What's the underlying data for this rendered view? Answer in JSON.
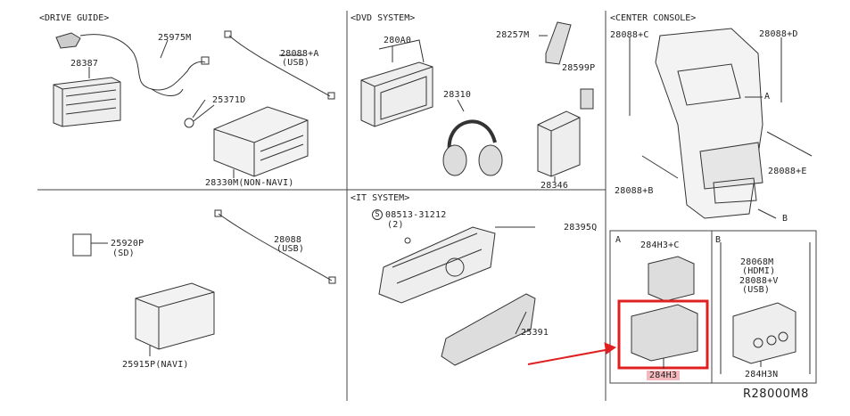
{
  "sections": {
    "drive_guide": "<DRIVE GUIDE>",
    "dvd_system": "<DVD SYSTEM>",
    "center_console": "<CENTER CONSOLE>",
    "it_system": "<IT SYSTEM>",
    "inset_a": "A",
    "inset_b": "B"
  },
  "parts": {
    "p28387": "28387",
    "p25975M": "25975M",
    "p28088A": "28088+A",
    "p28088A_sub": "(USB)",
    "p25371D": "25371D",
    "p28330M": "28330M(NON-NAVI)",
    "p280A0": "280A0",
    "p28257M": "28257M",
    "p28599P": "28599P",
    "p28310": "28310",
    "p28346": "28346",
    "p28088C": "28088+C",
    "p28088D": "28088+D",
    "cc_A": "A",
    "p28088E": "28088+E",
    "p28088B_cc": "28088+B",
    "cc_B": "B",
    "p25920P": "25920P",
    "p25920P_sub": "(SD)",
    "p28088": "28088",
    "p28088_sub": "(USB)",
    "p25915P": "25915P(NAVI)",
    "p08513": "08513-31212",
    "p08513_sub": "(2)",
    "s_symbol": "S",
    "p28395Q": "28395Q",
    "p25391": "25391",
    "p284H3C": "284H3+C",
    "p284H3": "284H3",
    "p28068M": "28068M",
    "p28068M_sub": "(HDMI)",
    "p28088V": "28088+V",
    "p28088V_sub": "(USB)",
    "p284H3N": "284H3N"
  },
  "diagram_ref": "R28000M8",
  "colors": {
    "highlight": "#e02020",
    "label_bg": "#f4b8bd"
  }
}
